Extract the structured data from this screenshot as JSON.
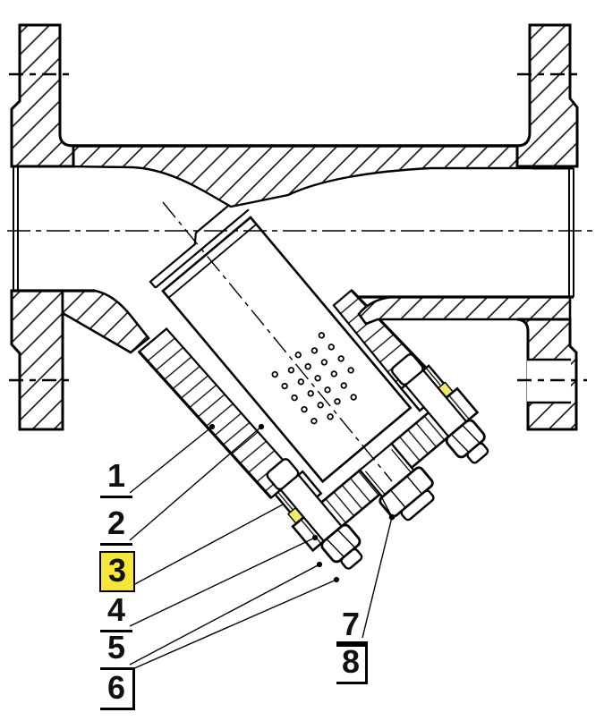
{
  "drawing": {
    "title": "Y-strainer flanged valve cross-section",
    "type": "technical-cutaway",
    "colors": {
      "line": "#000000",
      "background": "#ffffff",
      "callout_highlight": "#f6e63b",
      "gasket_highlight": "#f3e968"
    },
    "icons": {
      "hatch": "section-hatch-lines",
      "centerline": "dash-dot-centerline",
      "perforations": "strainer-screen-holes"
    },
    "callouts": [
      {
        "label": "1",
        "highlighted": false,
        "style": "underline"
      },
      {
        "label": "2",
        "highlighted": false,
        "style": "underline"
      },
      {
        "label": "3",
        "highlighted": true,
        "style": "highlight"
      },
      {
        "label": "4",
        "highlighted": false,
        "style": "underline"
      },
      {
        "label": "5",
        "highlighted": false,
        "style": "underline"
      },
      {
        "label": "6",
        "highlighted": false,
        "style": "boxed-open"
      },
      {
        "label": "7",
        "highlighted": false,
        "style": "underline"
      },
      {
        "label": "8",
        "highlighted": false,
        "style": "boxed-open"
      }
    ]
  }
}
